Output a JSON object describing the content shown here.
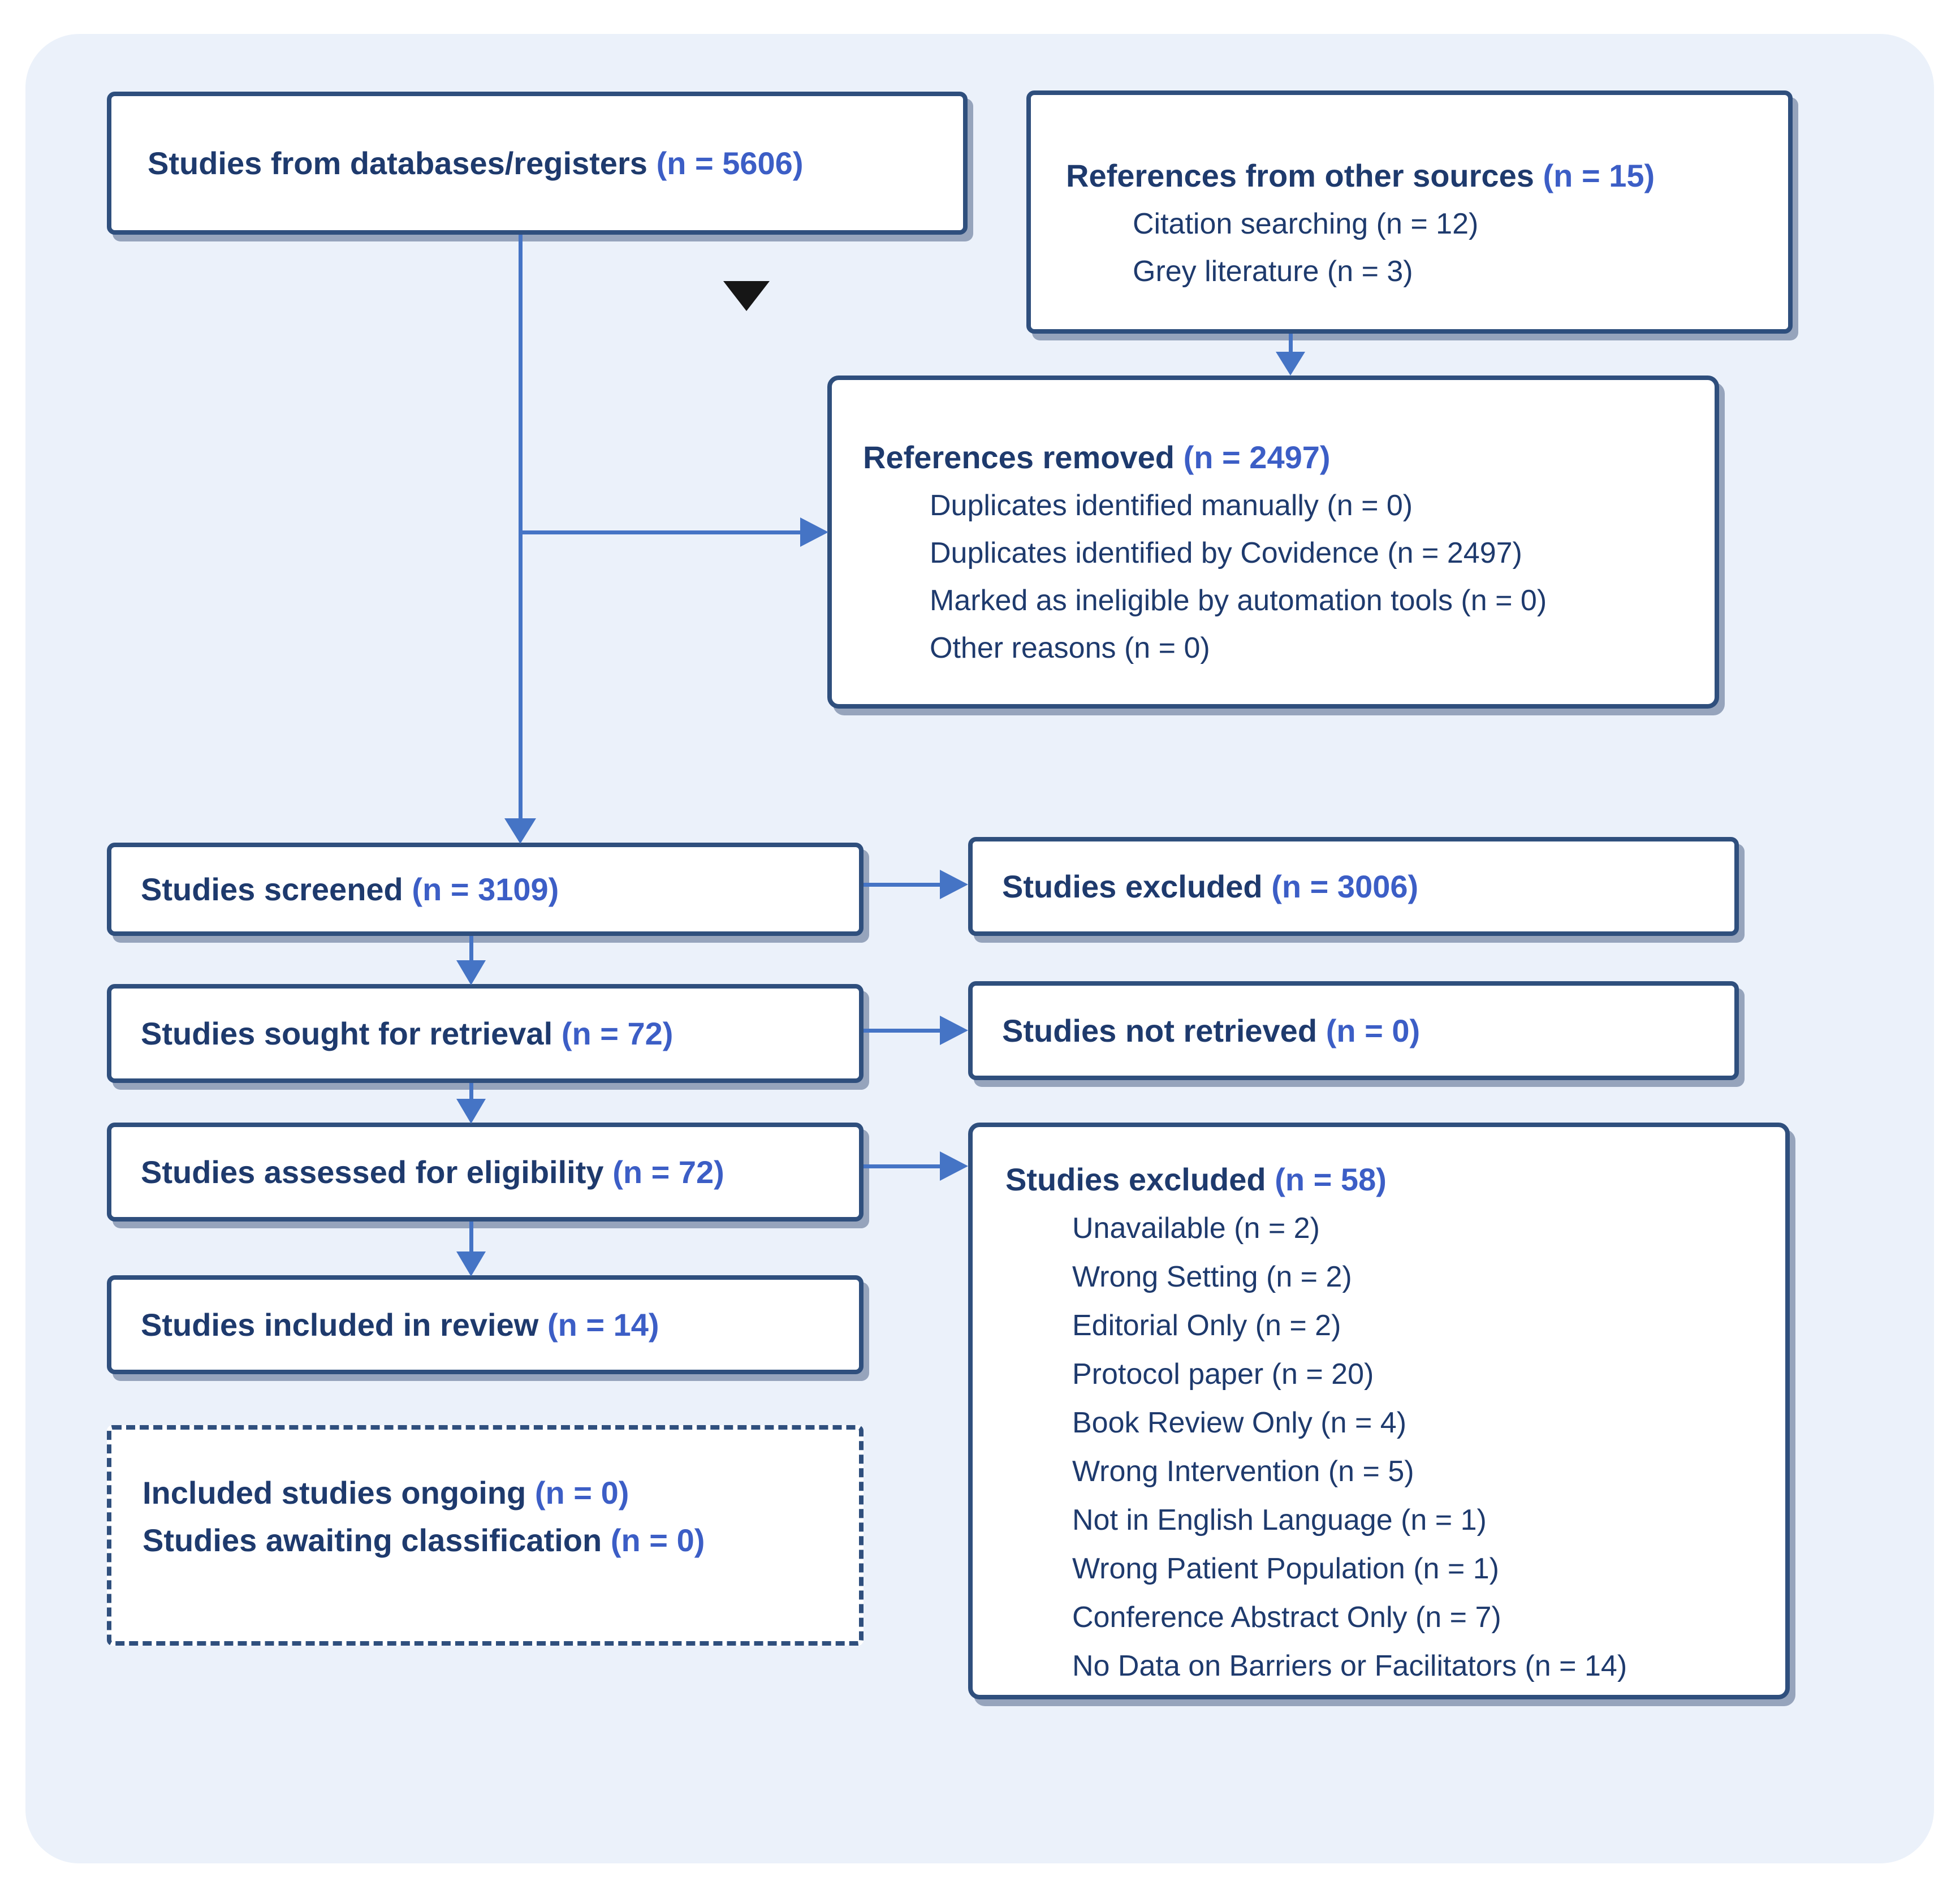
{
  "figure": {
    "type": "prisma-flow-diagram",
    "colors": {
      "panel_bg": "#ebf1fa",
      "box_border": "#2f4f7d",
      "arrow": "#4574c5",
      "text": "#1e3a6d",
      "n_value": "#3c5ec6",
      "marker": "#161616"
    },
    "boxes": {
      "databases": {
        "label": "Studies from databases/registers",
        "n": "(n = 5606)"
      },
      "other_sources": {
        "label": "References from other sources",
        "n": "(n = 15)",
        "items": [
          "Citation searching (n = 12)",
          "Grey literature (n = 3)"
        ]
      },
      "references_removed": {
        "label": "References removed",
        "n": "(n = 2497)",
        "items": [
          "Duplicates identified manually (n = 0)",
          "Duplicates identified by Covidence (n = 2497)",
          "Marked as ineligible by automation tools (n = 0)",
          "Other reasons (n = 0)"
        ]
      },
      "screened": {
        "label": "Studies screened",
        "n": "(n = 3109)"
      },
      "excluded_screening": {
        "label": "Studies excluded",
        "n": "(n = 3006)"
      },
      "sought": {
        "label": "Studies sought for retrieval",
        "n": "(n = 72)"
      },
      "not_retrieved": {
        "label": "Studies not retrieved",
        "n": "(n = 0)"
      },
      "assessed": {
        "label": "Studies assessed for eligibility",
        "n": "(n = 72)"
      },
      "excluded_eligibility": {
        "label": "Studies excluded",
        "n": "(n = 58)",
        "items": [
          "Unavailable (n = 2)",
          "Wrong Setting (n = 2)",
          "Editorial Only (n = 2)",
          "Protocol paper (n = 20)",
          "Book Review Only (n = 4)",
          "Wrong Intervention (n = 5)",
          "Not in English Language (n = 1)",
          "Wrong Patient Population (n = 1)",
          "Conference Abstract Only (n = 7)",
          "No Data on Barriers or Facilitators (n = 14)"
        ]
      },
      "included": {
        "label": "Studies included in review",
        "n": "(n = 14)"
      },
      "awaiting": {
        "lines": [
          {
            "label": "Included studies ongoing",
            "n": "(n = 0)"
          },
          {
            "label": "Studies awaiting classification",
            "n": "(n = 0)"
          }
        ]
      }
    }
  }
}
